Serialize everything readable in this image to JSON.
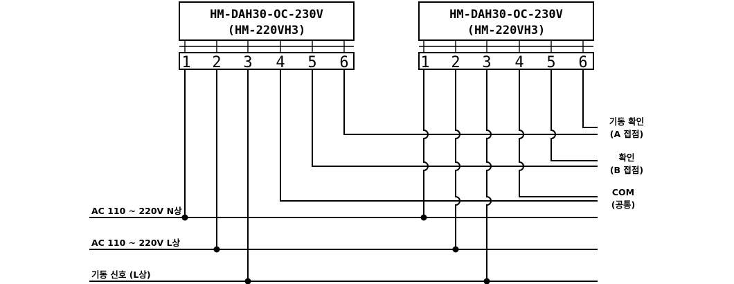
{
  "relays": [
    {
      "model": "HM-DAH30-OC-230V",
      "model_alt": "(HM-220VH3)",
      "terminals": [
        "1",
        "2",
        "3",
        "4",
        "5",
        "6"
      ]
    },
    {
      "model": "HM-DAH30-OC-230V",
      "model_alt": "(HM-220VH3)",
      "terminals": [
        "1",
        "2",
        "3",
        "4",
        "5",
        "6"
      ]
    }
  ],
  "lines": {
    "n_phase": "AC 110 ~ 220V N상",
    "l_phase": "AC 110 ~ 220V L상",
    "start_signal": "기동 신호 (L상)"
  },
  "outputs": {
    "start_confirm": "기동 확인",
    "start_confirm_contact": "(A 접점)",
    "confirm": "확인",
    "confirm_contact": "(B 접점)",
    "com": "COM",
    "com_kr": "(공통)"
  }
}
